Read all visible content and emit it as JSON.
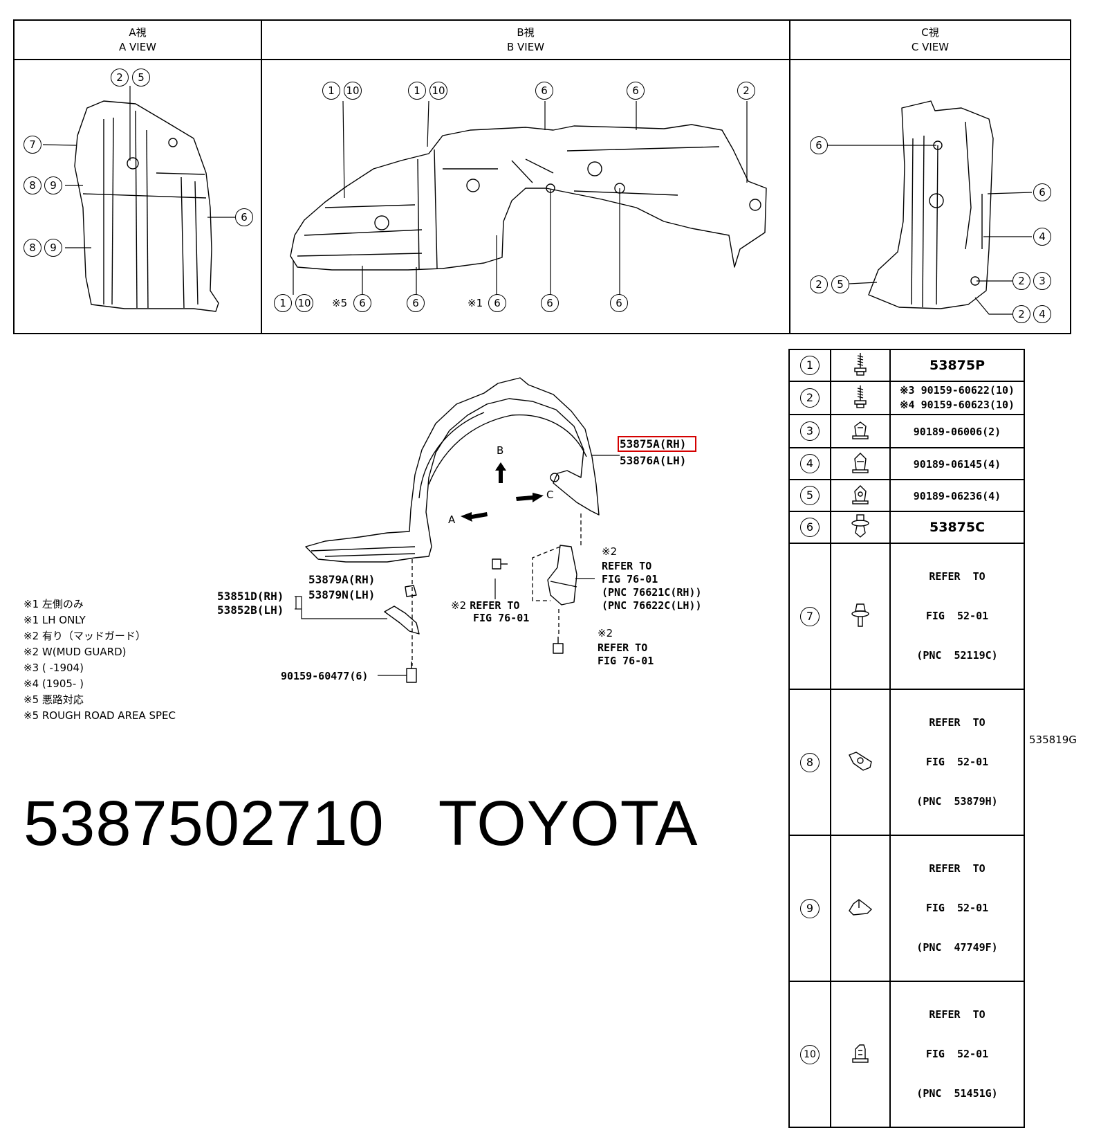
{
  "views": {
    "a": {
      "title_jp": "A視",
      "title_en": "A VIEW"
    },
    "b": {
      "title_jp": "B視",
      "title_en": "B VIEW"
    },
    "c": {
      "title_jp": "C視",
      "title_en": "C VIEW"
    }
  },
  "a_view_callouts": {
    "top": [
      "2",
      "5"
    ],
    "left_1": [
      "7"
    ],
    "left_2": [
      "8",
      "9"
    ],
    "left_3": [
      "8",
      "9"
    ],
    "right_1": [
      "6"
    ]
  },
  "b_view_callouts": {
    "top_1": [
      "1",
      "10"
    ],
    "top_2": [
      "1",
      "10"
    ],
    "top_3": [
      "6"
    ],
    "top_4": [
      "6"
    ],
    "top_5": [
      "2"
    ],
    "bottom_1": [
      "1",
      "10"
    ],
    "bottom_2_prefix": "※5",
    "bottom_2": [
      "6"
    ],
    "bottom_3": [
      "6"
    ],
    "bottom_4_prefix": "※1",
    "bottom_4": [
      "6"
    ],
    "bottom_5": [
      "6"
    ],
    "bottom_6": [
      "6"
    ]
  },
  "c_view_callouts": {
    "left_1": [
      "6"
    ],
    "left_2": [
      "2",
      "5"
    ],
    "right_1": [
      "6"
    ],
    "right_2": [
      "4"
    ],
    "right_3": [
      "2",
      "3"
    ],
    "right_4": [
      "2",
      "4"
    ]
  },
  "main_labels": {
    "liner_rh": "53875A(RH)",
    "liner_lh": "53876A(LH)",
    "arrow_b": "B",
    "arrow_c": "C",
    "arrow_a": "A",
    "bracket_a_rh": "53879A(RH)",
    "bracket_n_lh": "53879N(LH)",
    "seal_rh": "53851D(RH)",
    "seal_lh": "53852B(LH)",
    "bolt": "90159-60477(6)",
    "mudguard_note": "※2",
    "mudguard_refer_1": "REFER TO",
    "mudguard_refer_2": "FIG 76-01",
    "mudguard_pnc_rh": "(PNC 76621C(RH))",
    "mudguard_pnc_lh": "(PNC 76622C(LH))",
    "left_refer_prefix": "※2",
    "left_refer_1": "REFER TO",
    "left_refer_2": "FIG 76-01",
    "screw_note": "※2",
    "screw_refer_1": "REFER TO",
    "screw_refer_2": "FIG 76-01"
  },
  "notes": [
    "※1 左側のみ",
    "※1 LH ONLY",
    "※2 有り（マッドガード）",
    "※2 W(MUD GUARD)",
    "※3 (         -1904)",
    "※4 (1905-         )",
    "※5 悪路対応",
    "※5 ROUGH ROAD AREA SPEC"
  ],
  "legend": [
    {
      "num": "1",
      "icon": "screw-icon",
      "text": [
        "53875P"
      ]
    },
    {
      "num": "2",
      "icon": "screw-icon",
      "text": [
        "※3 90159-60622(10)",
        "※4 90159-60623(10)"
      ]
    },
    {
      "num": "3",
      "icon": "clip-nut-icon",
      "text": [
        "90189-06006(2)"
      ]
    },
    {
      "num": "4",
      "icon": "clip-nut-icon",
      "text": [
        "90189-06145(4)"
      ]
    },
    {
      "num": "5",
      "icon": "clip-nut-icon",
      "text": [
        "90189-06236(4)"
      ]
    },
    {
      "num": "6",
      "icon": "push-clip-icon",
      "text": [
        "53875C"
      ]
    },
    {
      "num": "7",
      "icon": "push-clip-icon",
      "text": [
        "REFER  TO",
        "FIG  52-01",
        "(PNC  52119C)"
      ]
    },
    {
      "num": "8",
      "icon": "bracket-clip-icon",
      "text": [
        "REFER  TO",
        "FIG  52-01",
        "(PNC  53879H)"
      ]
    },
    {
      "num": "9",
      "icon": "bracket-clip-icon",
      "text": [
        "REFER  TO",
        "FIG  52-01",
        "(PNC  47749F)"
      ]
    },
    {
      "num": "10",
      "icon": "clip-nut-icon",
      "text": [
        "REFER  TO",
        "FIG  52-01",
        "(PNC  51451G)"
      ]
    }
  ],
  "diagram_code": "535819G",
  "footer": {
    "part_number": "5387502710",
    "brand": "TOYOTA"
  },
  "colors": {
    "highlight": "#d40000",
    "ink": "#000000"
  }
}
